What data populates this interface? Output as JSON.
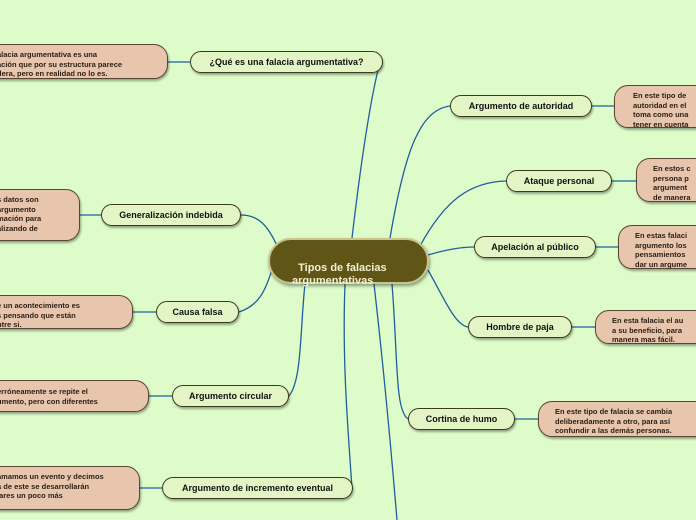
{
  "central": {
    "title": "Tipos de falacias\nargumentativas"
  },
  "branches": [
    {
      "label": "¿Qué es una falacia argumentativa?",
      "description": "alacia argumentativa es una\nación que por su estructura parece\ndera, pero en realidad no lo es."
    },
    {
      "label": "Argumento de autoridad",
      "description": "En este tipo de\nautoridad en el\ntoma como una\ntener en cuenta"
    },
    {
      "label": "Ataque personal",
      "description": "En estos c\npersona p\nargument\nde manera"
    },
    {
      "label": "Generalización indebida",
      "description": "s datos son\nargumento\nmación para\nalizando de"
    },
    {
      "label": "Apelación al público",
      "description": "En estas falaci\nargumento los\npensamientos\ndar un argume"
    },
    {
      "label": "Causa falsa",
      "description": "e un acontecimiento es\ns pensando que están\nntre si."
    },
    {
      "label": "Hombre de paja",
      "description": "En esta falacia el au\na su beneficio, para\nmanera mas fácil."
    },
    {
      "label": "Argumento circular",
      "description": "erróneamente se repite el\numento, pero con diferentes"
    },
    {
      "label": "Cortina de humo",
      "description": "En este tipo de falacia se cambia\ndeliberadamente a otro, para así\nconfundir a las demás personas."
    },
    {
      "label": "Argumento de incremento eventual",
      "description": "amamos un evento y decimos\na de este se desarrollarán\nlares un poco más"
    }
  ],
  "colors": {
    "background": "#ddfcc9",
    "central_fill": "#5f5516",
    "topic_fill": "#e3f5c5",
    "description_fill": "#e8c6ae",
    "connector": "#1f5f9e"
  }
}
